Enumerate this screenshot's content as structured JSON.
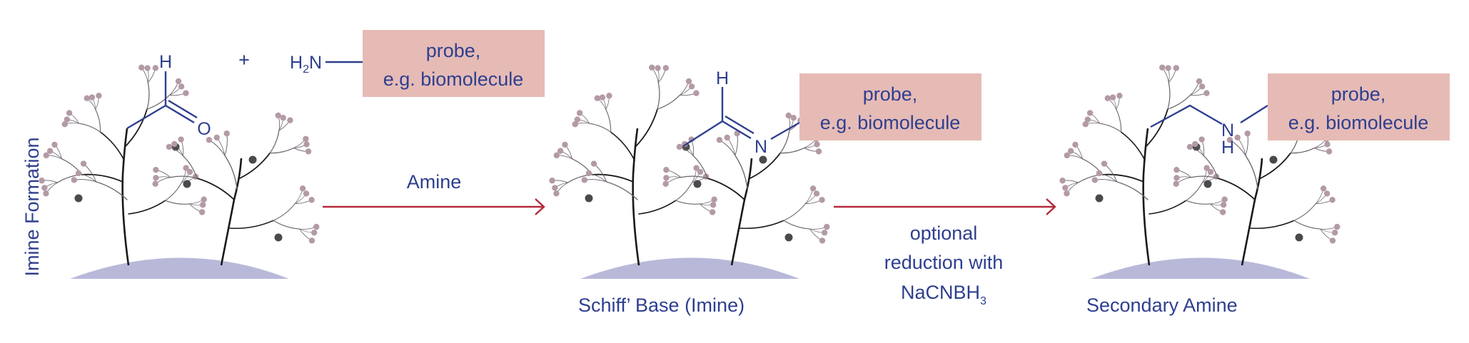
{
  "side_label": "Imine Formation",
  "reactants": {
    "aldehyde_h": "H",
    "aldehyde_o": "O",
    "plus": "+",
    "amine_h": "H",
    "amine_sub": "2",
    "amine_n": "N"
  },
  "probe": {
    "line1": "probe,",
    "line2": "e.g. biomolecule"
  },
  "step1": {
    "arrow_label": "Amine"
  },
  "imine": {
    "h": "H",
    "n": "N",
    "caption": "Schiff’ Base (Imine)"
  },
  "step2": {
    "line1": "optional",
    "line2": "reduction with",
    "line3_main": "NaCNBH",
    "line3_sub": "3"
  },
  "amine_product": {
    "n": "N",
    "h": "H",
    "caption": "Secondary Amine"
  },
  "colors": {
    "text": "#2e3f8f",
    "probe_box": "#e6bbb6",
    "arrow": "#b42a3c",
    "surface": "#b8b9d9",
    "tree": "#1a1a1a",
    "tip_small": "#b39aa6",
    "tip_large": "#4a4a4a"
  }
}
